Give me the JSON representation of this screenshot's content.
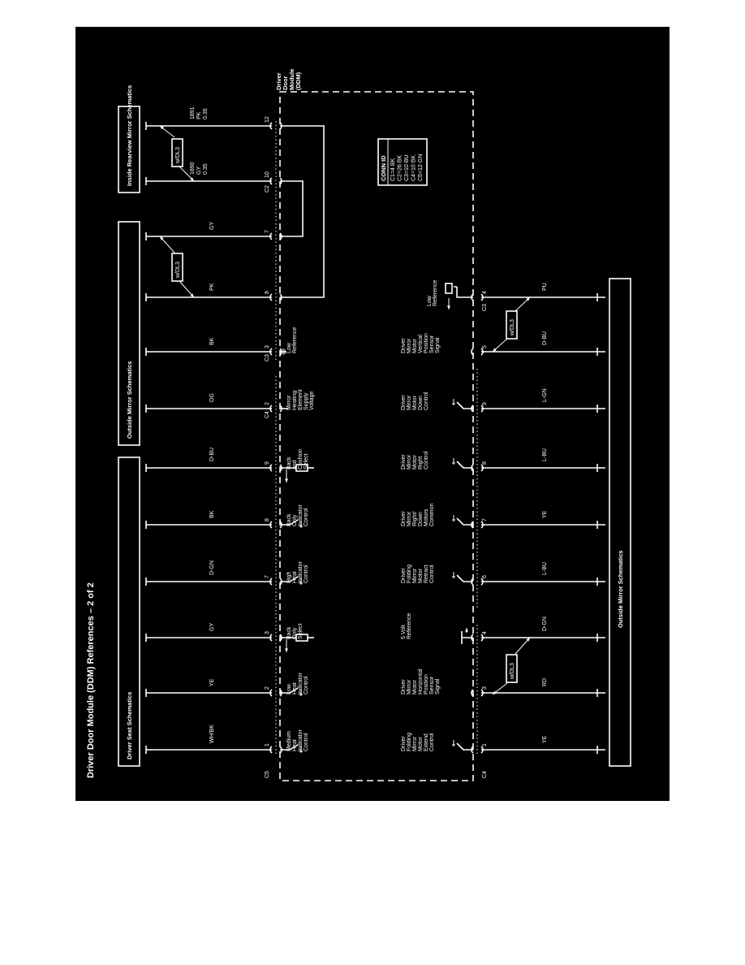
{
  "title": "Driver Door Module (DDM) References – 2 of 2",
  "module_label": [
    "Driver",
    "Door",
    "Module",
    "(DDM)"
  ],
  "conn_id": {
    "header": "CONN ID",
    "lines": [
      "C1=4 BK",
      "C2=26 BK",
      "C3=10 BU",
      "C4=10 BK",
      "C5=12 GN"
    ]
  },
  "option_tag": "w/DL3",
  "top_boxes": [
    {
      "label": "Driver Seat Schematics"
    },
    {
      "label": "Outside Mirror Schematics"
    },
    {
      "label": "Inside Rearview Mirror Schematics"
    }
  ],
  "bottom_box": {
    "label": "Outside Mirror Schematics"
  },
  "connector_names": {
    "c5": "C5",
    "c4a": "C4",
    "c3a": "C3",
    "c2": "C2",
    "c4b": "C4",
    "c3b": "C3"
  },
  "top_wires": [
    {
      "pin": "1",
      "color": "WH/BK",
      "func": [
        "Medium",
        "Heat",
        "Indicator",
        "Control"
      ]
    },
    {
      "pin": "2",
      "color": "YE",
      "func": [
        "Low",
        "Heat",
        "Indicator",
        "Control"
      ]
    },
    {
      "pin": "3",
      "color": "GY",
      "func": [
        "Back",
        "Only",
        "Select"
      ]
    },
    {
      "pin": "7",
      "color": "D-GN",
      "func": [
        "High",
        "Heat",
        "Indicator",
        "Control"
      ]
    },
    {
      "pin": "8",
      "color": "BK",
      "func": [
        "Back",
        "Only",
        "Indicator",
        "Control"
      ]
    },
    {
      "pin": "9",
      "color": "D-BU",
      "func": [
        "Back",
        "and",
        "Cushion",
        "Select"
      ]
    },
    {
      "pin": "2",
      "color": "OG",
      "func": [
        "Mirror",
        "Heating",
        "Element",
        "Supply",
        "Voltage"
      ]
    },
    {
      "pin": "3",
      "color": "BK",
      "func": [
        "Low",
        "Reference"
      ]
    },
    {
      "pin": "8",
      "color": "PK",
      "func": []
    },
    {
      "pin": "7",
      "color": "GY",
      "func": []
    },
    {
      "pin": "10",
      "color": "GY",
      "circuit": "1890",
      "size": "0.35",
      "func": []
    },
    {
      "pin": "12",
      "color": "PK",
      "circuit": "1891",
      "size": "0.35",
      "func": []
    }
  ],
  "bottom_wires": [
    {
      "pin": "1",
      "color": "YE",
      "func": [
        "Driver",
        "Folding",
        "Mirror",
        "Motor",
        "Extend",
        "Control"
      ]
    },
    {
      "pin": "3",
      "color": "RD",
      "func": [
        "Driver",
        "Mirror",
        "Motor",
        "Horizontal",
        "Position",
        "Sensor",
        "Signal"
      ]
    },
    {
      "pin": "4",
      "color": "D-GN",
      "func": [
        "5 Volt",
        "Reference"
      ]
    },
    {
      "pin": "6",
      "color": "L-BU",
      "func": [
        "Driver",
        "Folding",
        "Mirror",
        "Motor",
        "Retract",
        "Control"
      ]
    },
    {
      "pin": "7",
      "color": "YE",
      "func": [
        "Driver",
        "Mirror",
        "Right/",
        "Down",
        "Motors",
        "Common"
      ]
    },
    {
      "pin": "8",
      "color": "L-BU",
      "func": [
        "Driver",
        "Mirror",
        "Motor",
        "Right",
        "Control"
      ]
    },
    {
      "pin": "9",
      "color": "L-GN",
      "func": [
        "Driver",
        "Mirror",
        "Motor",
        "Down",
        "Control"
      ]
    },
    {
      "pin": "5",
      "color": "D-BU",
      "func": [
        "Driver",
        "Mirror",
        "Motor",
        "Vertical",
        "Position",
        "Sensor",
        "Signal"
      ]
    },
    {
      "pin": "4",
      "color": "PU",
      "func": []
    }
  ],
  "low_reference": [
    "Low",
    "Reference"
  ]
}
